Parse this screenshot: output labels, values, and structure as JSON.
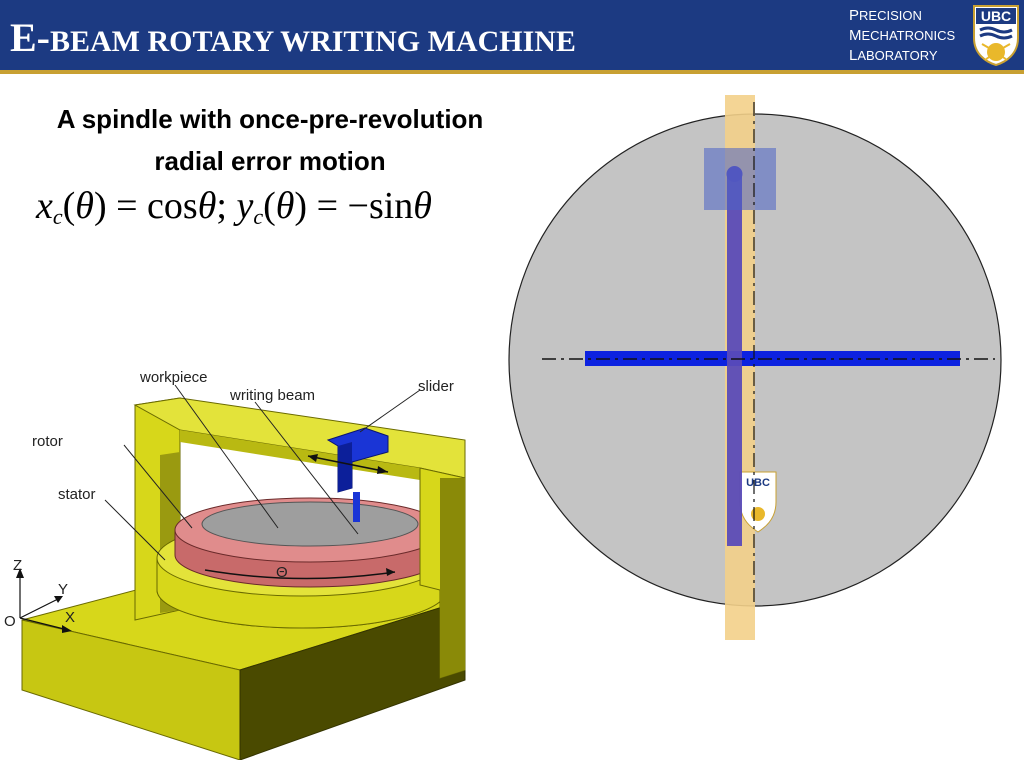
{
  "header": {
    "title_cap": "E-",
    "title_rest": "BEAM ROTARY WRITING MACHINE",
    "lab": [
      {
        "cap": "P",
        "rest": "RECISION"
      },
      {
        "cap": "M",
        "rest": "ECHATRONICS"
      },
      {
        "cap": "L",
        "rest": "ABORATORY"
      }
    ],
    "logo_text": "UBC"
  },
  "heading": {
    "line1": "A spindle with once-pre-revolution",
    "line2": "radial  error motion"
  },
  "equation": {
    "x": "x",
    "c1": "c",
    "theta1": "θ",
    "eq1": ") = cos",
    "theta2": "θ",
    "semi": "; ",
    "y": "y",
    "c2": "c",
    "theta3": "θ",
    "eq2": ") = −sin",
    "theta4": "θ",
    "open": "("
  },
  "diagram": {
    "labels": {
      "workpiece": "workpiece",
      "writing_beam": "writing beam",
      "slider": "slider",
      "rotor": "rotor",
      "stator": "stator",
      "theta": "Θ",
      "axis_z": "Z",
      "axis_y": "Y",
      "axis_x": "X",
      "origin": "O"
    },
    "colors": {
      "frame": "#d7d71a",
      "rotor": "#d97b7b",
      "workpiece": "#9e9e9e",
      "slider": "#1a35d6",
      "disk": "#c4c4c4",
      "stripe": "#f3d08a",
      "horizontal_bar": "#0c22e0",
      "vertical_bar": "#5a4bb8"
    }
  }
}
